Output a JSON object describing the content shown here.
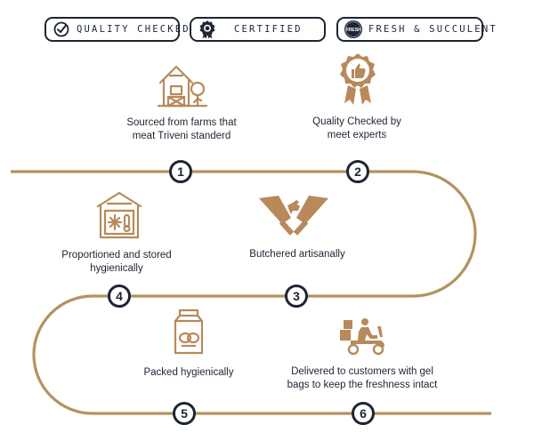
{
  "badges": [
    {
      "label": "QUALITY CHECKED",
      "icon": "check-circle-icon"
    },
    {
      "label": "CERTIFIED",
      "icon": "rosette-icon"
    },
    {
      "label": "FRESH & SUCCULENT",
      "icon": "fresh-seal-icon",
      "seal_text": "FRESH"
    }
  ],
  "steps": [
    {
      "number": "1",
      "line1": "Sourced from farms that",
      "line2": "meat Triveni standerd",
      "icon": "farm-barn-icon"
    },
    {
      "number": "2",
      "line1": "Quality Checked by",
      "line2": "meet experts",
      "icon": "thumbs-up-rosette-icon"
    },
    {
      "number": "3",
      "line1": "Butchered artisanally",
      "line2": "",
      "icon": "crossed-cleavers-goat-icon"
    },
    {
      "number": "4",
      "line1": "Proportioned and stored",
      "line2": "hygienically",
      "icon": "cold-storage-icon"
    },
    {
      "number": "5",
      "line1": "Packed hygienically",
      "line2": "",
      "icon": "meat-package-icon"
    },
    {
      "number": "6",
      "line1": "Delivered to customers with gel",
      "line2": "bags to keep the freshness intact",
      "icon": "delivery-scooter-icon"
    }
  ],
  "colors": {
    "gold": "#b3925f",
    "navy": "#1d2433",
    "icon_gold": "#b8895a"
  }
}
